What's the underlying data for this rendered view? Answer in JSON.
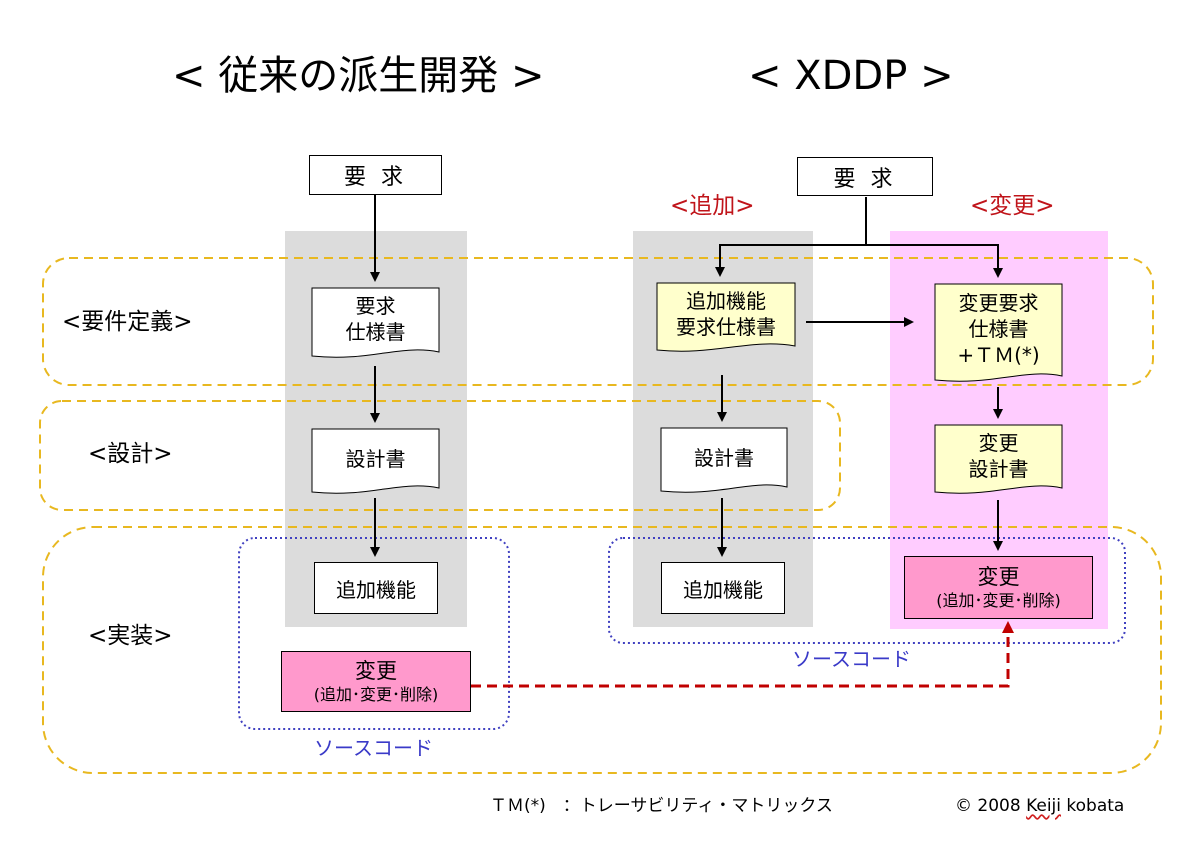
{
  "titles": {
    "left": "< 従来の派生開発 >",
    "right": "< XDDP >"
  },
  "stages": {
    "requirements": "<要件定義>",
    "design": "<設計>",
    "implementation": "<実装>"
  },
  "left_flow": {
    "request": "要 求",
    "spec_line1": "要求",
    "spec_line2": "仕様書",
    "design_doc": "設計書",
    "added_function": "追加機能",
    "change_line1": "変更",
    "change_line2": "(追加･変更･削除)",
    "source_code": "ソースコード"
  },
  "right_flow": {
    "request": "要 求",
    "add_label": "<追加>",
    "change_label": "<変更>",
    "add_spec_line1": "追加機能",
    "add_spec_line2": "要求仕様書",
    "add_design_doc": "設計書",
    "add_function": "追加機能",
    "change_spec_line1": "変更要求",
    "change_spec_line2": "仕様書",
    "change_spec_line3": "+ＴＭ(*)",
    "change_design_line1": "変更",
    "change_design_line2": "設計書",
    "change_line1": "変更",
    "change_line2": "(追加･変更･削除)",
    "source_code": "ソースコード"
  },
  "footer": {
    "tm_note": "ＴＭ(*)　：トレーサビリティ・マトリックス",
    "copyright_prefix": "© 2008 ",
    "copyright_name": "Keiji",
    "copyright_suffix": " kobata"
  },
  "colors": {
    "gray_column": "#dcdcdc",
    "pink_column": "#ffccff",
    "doc_yellow": "#ffffcc",
    "change_pink": "#ff99cc",
    "stage_dash": "#e8b820",
    "source_dot": "#4040c0",
    "link_red": "#c00000"
  }
}
